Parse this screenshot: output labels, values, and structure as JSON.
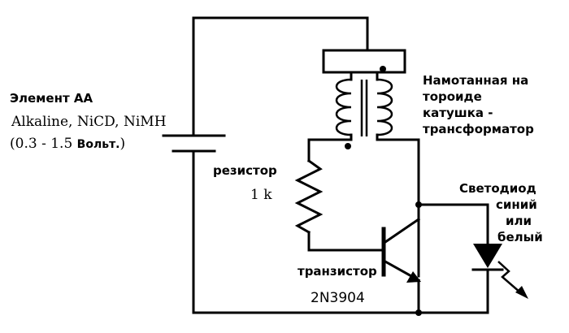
{
  "battery": {
    "title": "Элемент АА",
    "chemistries": "Alkaline, NiCD, NiMH",
    "voltage_prefix": "(0.3 - 1.5 ",
    "voltage_unit": "Вольт.",
    "voltage_suffix": ")"
  },
  "coil": {
    "line1": "Намотанная на",
    "line2": "тороиде",
    "line3": "катушка -",
    "line4": "трансформатор"
  },
  "resistor": {
    "name": "резистор",
    "value": "1 k"
  },
  "led": {
    "line1": "Светодиод",
    "line2": "синий",
    "line3": "или",
    "line4": "белый"
  },
  "transistor": {
    "name": "транзистор",
    "part": "2N3904"
  },
  "colors": {
    "ink": "#000000",
    "background": "#ffffff"
  }
}
